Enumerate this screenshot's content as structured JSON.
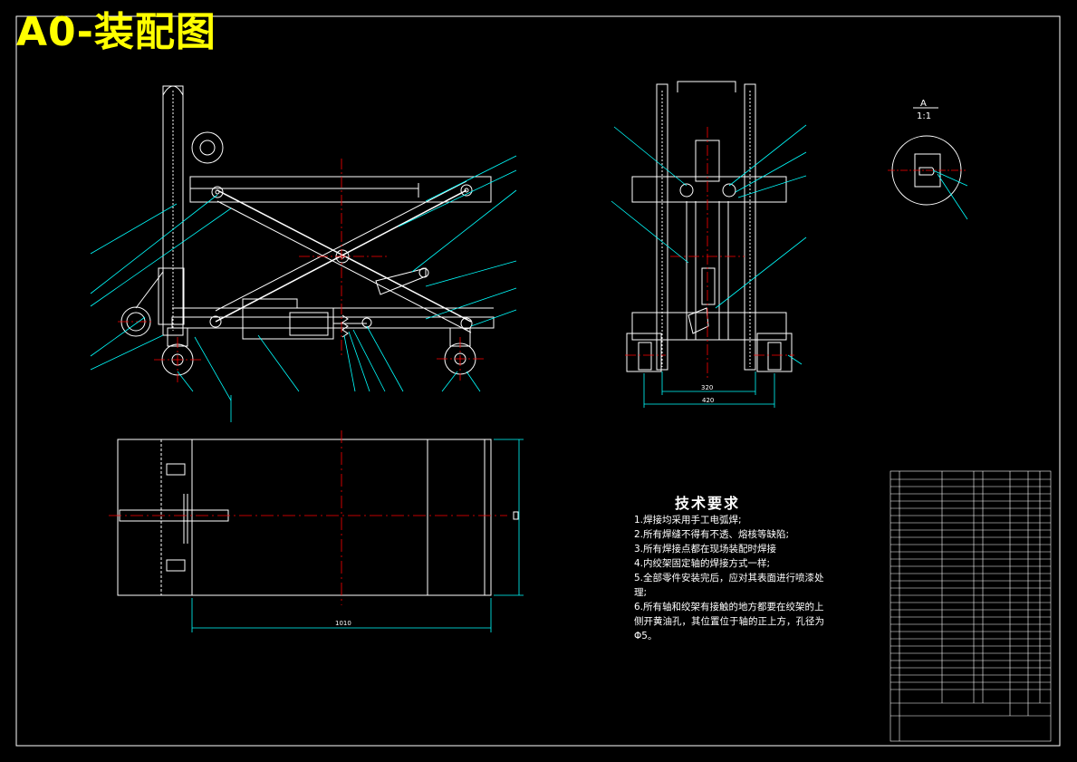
{
  "title": "A0-装配图",
  "technical_requirements": {
    "heading": "技术要求",
    "items": [
      "1.焊接均采用手工电弧焊;",
      "2.所有焊缝不得有不透、熔核等缺陷;",
      "3.所有焊接点都在现场装配时焊接",
      "4.内绞架固定轴的焊接方式一样;",
      "5.全部零件安装完后，应对其表面进行喷漆处理;",
      "6.所有轴和绞架有接触的地方都要在绞架的上侧开黄油孔，其位置位于轴的正上方，孔径为Φ5。"
    ]
  },
  "dimensions": {
    "front_inner": "320",
    "front_outer": "420",
    "plan_length": "1010"
  },
  "detail": {
    "label": "A",
    "scale": "1:1"
  },
  "colors": {
    "background": "#000000",
    "outline": "#ffffff",
    "leader": "#00ffff",
    "centerline": "#ff0000",
    "title": "#ffff00",
    "dimension": "#00ffff"
  }
}
